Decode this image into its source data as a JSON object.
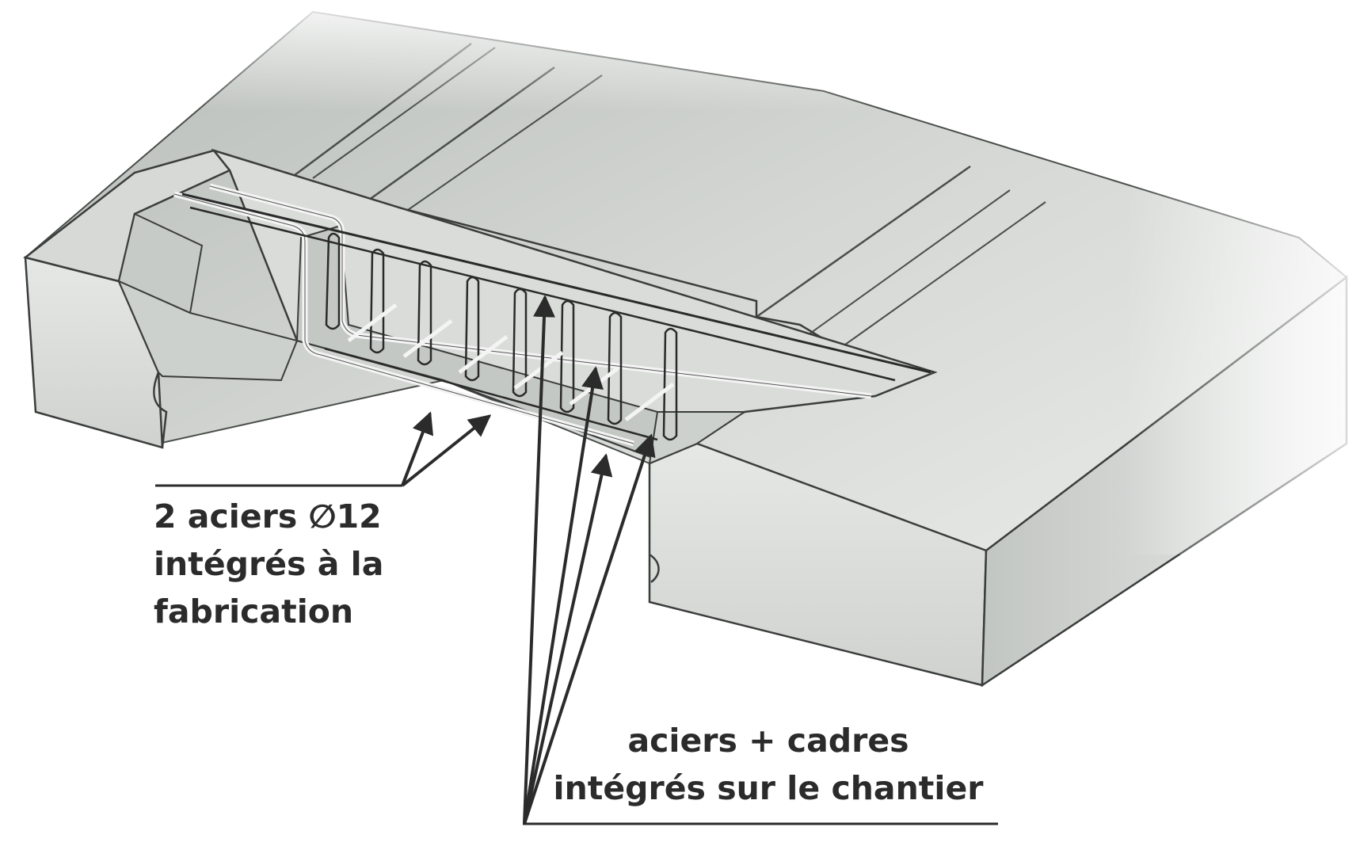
{
  "labels": {
    "factory_steel": {
      "lines": [
        "2 aciers ∅12",
        "intégrés à la",
        "fabrication"
      ]
    },
    "site_steel": {
      "lines": [
        "aciers + cadres",
        "intégrés sur le chantier"
      ]
    }
  },
  "colors": {
    "background": "#ffffff",
    "concrete_light": "#e2e4e2",
    "concrete_mid": "#c9cdca",
    "concrete_dark": "#9ea39f",
    "edge": "#3a3d3b",
    "rebar_factory": "#f4f4f4",
    "rebar_site": "#2a2a2a",
    "text": "#2b2b2b"
  }
}
